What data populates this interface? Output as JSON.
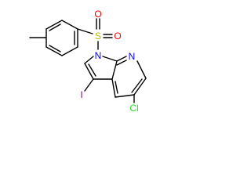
{
  "molecule": {
    "atoms": {
      "sulfur": "S",
      "oxygen_top": "O",
      "oxygen_right": "O",
      "nitrogen_pyrrole": "N",
      "nitrogen_pyridine": "N",
      "iodine": "I",
      "chlorine": "Cl"
    },
    "colors": {
      "bond": "#000000",
      "sulfur": "#b8b800",
      "oxygen": "#ff0000",
      "nitrogen": "#0000ff",
      "iodine": "#940094",
      "chlorine": "#1ee01e"
    }
  }
}
